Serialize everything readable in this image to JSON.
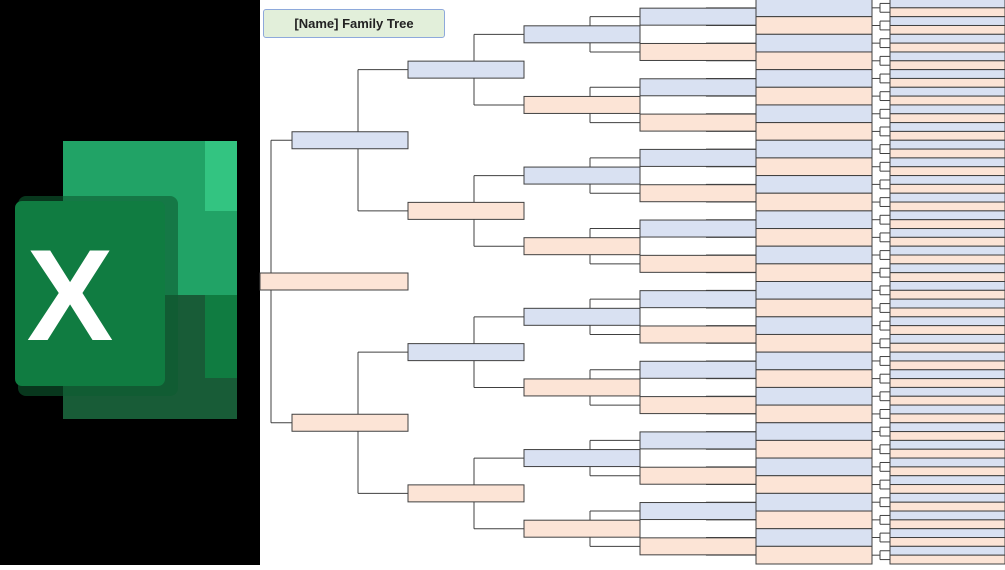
{
  "title": "[Name] Family Tree",
  "logo": {
    "name": "Microsoft Excel logo",
    "letter": "X"
  },
  "tree": {
    "generations": 7,
    "colors": {
      "male": "#D9E1F2",
      "female": "#FCE4D6",
      "border": "#404040",
      "line": "#404040"
    }
  }
}
